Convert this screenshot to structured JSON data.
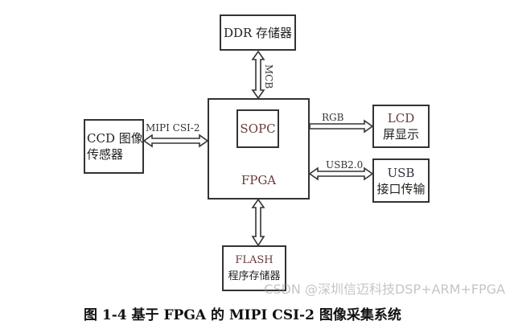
{
  "blocks": {
    "ddr": {
      "line1": "DDR 存储器"
    },
    "fpga": {
      "label": "FPGA"
    },
    "sopc": {
      "label": "SOPC"
    },
    "ccd": {
      "line1": "CCD 图像",
      "line2": "传感器"
    },
    "lcd": {
      "line1": "LCD",
      "line2": "屏显示"
    },
    "usb": {
      "line1": "USB",
      "line2": "接口传输"
    },
    "flash": {
      "line1": "FLASH",
      "line2": "程序存储器"
    }
  },
  "links": {
    "mcb": "MCB",
    "mipi": "MIPI CSI-2",
    "rgb": "RGB",
    "usb": "USB2.0"
  },
  "caption": "图 1-4 基于 FPGA 的 MIPI CSI-2 图像采集系统",
  "watermark": "CSDN @深圳信迈科技DSP+ARM+FPGA"
}
